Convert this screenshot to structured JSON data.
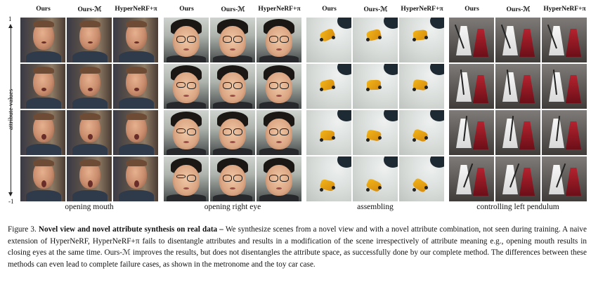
{
  "figure": {
    "axis": {
      "label": "attribute values",
      "top_tick": "1",
      "bottom_tick": "-1"
    },
    "groups": [
      {
        "columns": [
          "Ours",
          "Ours-ℳ",
          "HyperNeRF+π"
        ],
        "caption": "opening mouth",
        "scene": "face1",
        "attribute_rows": [
          1,
          0.33,
          -0.33,
          -1
        ]
      },
      {
        "columns": [
          "Ours",
          "Ours-ℳ",
          "HyperNeRF+π"
        ],
        "caption": "opening right eye",
        "scene": "face2",
        "attribute_rows": [
          1,
          0.33,
          -0.33,
          -1
        ]
      },
      {
        "columns": [
          "Ours",
          "Ours-ℳ",
          "HyperNeRF+π"
        ],
        "caption": "assembling",
        "scene": "car",
        "attribute_rows": [
          1,
          0.33,
          -0.33,
          -1
        ]
      },
      {
        "columns": [
          "Ours",
          "Ours-ℳ",
          "HyperNeRF+π"
        ],
        "caption": "controlling left pendulum",
        "scene": "metro",
        "attribute_rows": [
          1,
          0.33,
          -0.33,
          -1
        ]
      }
    ]
  },
  "caption": {
    "label": "Figure 3.",
    "title": "Novel view and novel attribute synthesis on real data –",
    "body": "We synthesize scenes from a novel view and with a novel attribute combination, not seen during training. A naive extension of HyperNeRF, HyperNeRF+π fails to disentangle attributes and results in a modification of the scene irrespectively of attribute meaning e.g., opening mouth results in closing eyes at the same time. Ours-ℳ improves the results, but does not disentangles the attribute space, as successfully done by our complete method. The differences between these methods can even lead to complete failure cases, as shown in the metronome and the toy car case."
  }
}
